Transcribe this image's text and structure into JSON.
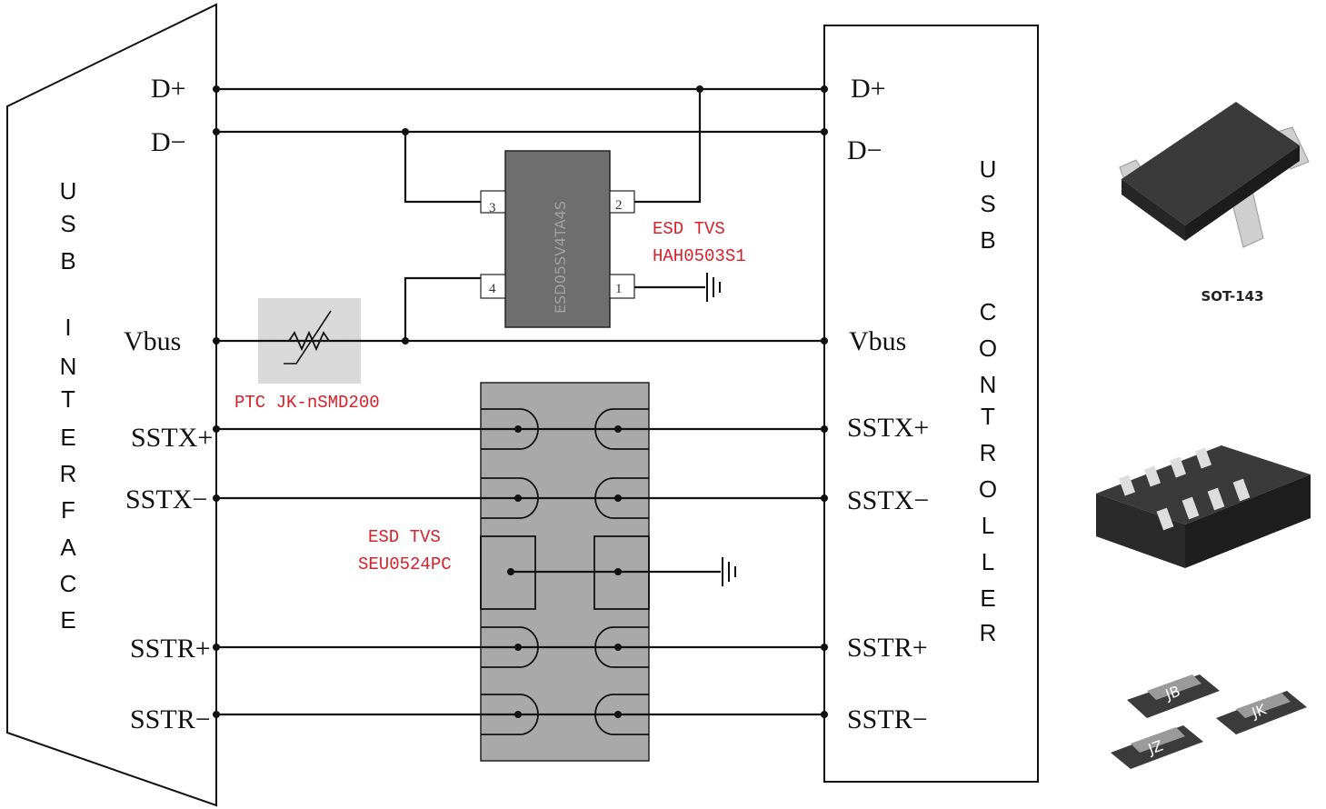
{
  "left_block": {
    "title_letters": [
      "U",
      "S",
      "B",
      "",
      "I",
      "N",
      "T",
      "E",
      "R",
      "F",
      "A",
      "C",
      "E"
    ],
    "signals": [
      "D+",
      "D−",
      "Vbus",
      "SSTX+",
      "SSTX−",
      "SSTR+",
      "SSTR−"
    ]
  },
  "right_block": {
    "title_letters": [
      "U",
      "S",
      "B",
      "",
      "C",
      "O",
      "N",
      "T",
      "R",
      "O",
      "L",
      "L",
      "E",
      "R"
    ],
    "signals": [
      "D+",
      "D−",
      "Vbus",
      "SSTX+",
      "SSTX−",
      "SSTR+",
      "SSTR−"
    ]
  },
  "tvs_small": {
    "label_line1": "ESD TVS",
    "label_line2": "HAH0503S1",
    "pins": [
      "3",
      "2",
      "4",
      "1"
    ],
    "body_marking": "ESD05SV4TA4S"
  },
  "ptc": {
    "label": "PTC JK-nSMD200"
  },
  "tvs_large": {
    "label_line1": "ESD TVS",
    "label_line2": "SEU0524PC"
  },
  "packages": {
    "sot_label": "SOT-143",
    "fuse_markings": [
      "JB",
      "JK",
      "JZ"
    ]
  },
  "colors": {
    "wire": "#111111",
    "label_red": "#d8202a",
    "chip_dark": "#6e6e6e",
    "chip_light": "#a9a9a9",
    "ptc_box": "#d9d9d9"
  }
}
